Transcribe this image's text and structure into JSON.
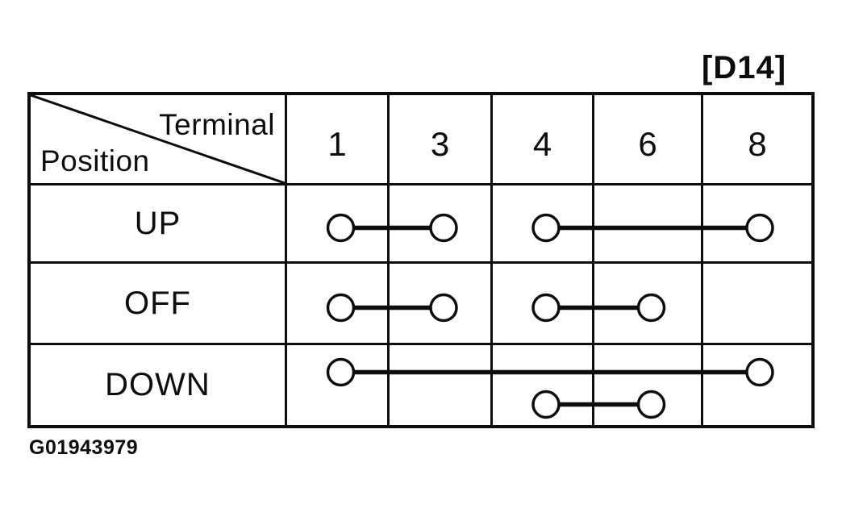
{
  "figure": {
    "tag": "[D14]",
    "code": "G01943979"
  },
  "table": {
    "header": {
      "terminal": "Terminal",
      "position": "Position"
    },
    "terminals": [
      "1",
      "3",
      "4",
      "6",
      "8"
    ],
    "rows": [
      {
        "label": "UP",
        "connections": [
          [
            "1",
            "3"
          ],
          [
            "4",
            "8"
          ]
        ]
      },
      {
        "label": "OFF",
        "connections": [
          [
            "1",
            "3"
          ],
          [
            "4",
            "6"
          ]
        ]
      },
      {
        "label": "DOWN",
        "connections": [
          [
            "1",
            "8"
          ],
          [
            "4",
            "6"
          ]
        ]
      }
    ]
  },
  "style": {
    "ink_color": "#0d0d0d",
    "paper_color": "#ffffff"
  }
}
